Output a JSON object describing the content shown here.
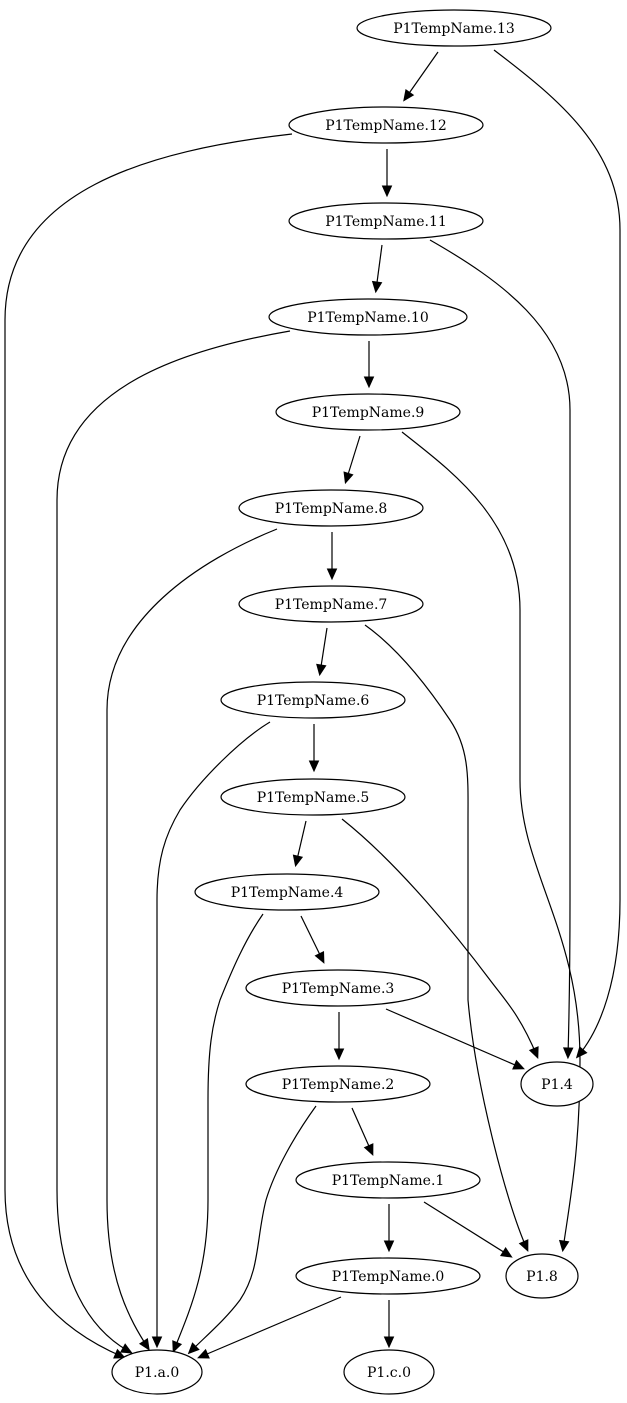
{
  "diagram": {
    "nodes": [
      {
        "id": "t13",
        "label": "P1TempName.13"
      },
      {
        "id": "t12",
        "label": "P1TempName.12"
      },
      {
        "id": "t11",
        "label": "P1TempName.11"
      },
      {
        "id": "t10",
        "label": "P1TempName.10"
      },
      {
        "id": "t9",
        "label": "P1TempName.9"
      },
      {
        "id": "t8",
        "label": "P1TempName.8"
      },
      {
        "id": "t7",
        "label": "P1TempName.7"
      },
      {
        "id": "t6",
        "label": "P1TempName.6"
      },
      {
        "id": "t5",
        "label": "P1TempName.5"
      },
      {
        "id": "t4",
        "label": "P1TempName.4"
      },
      {
        "id": "t3",
        "label": "P1TempName.3"
      },
      {
        "id": "t2",
        "label": "P1TempName.2"
      },
      {
        "id": "t1",
        "label": "P1TempName.1"
      },
      {
        "id": "t0",
        "label": "P1TempName.0"
      },
      {
        "id": "p14",
        "label": "P1.4"
      },
      {
        "id": "p18",
        "label": "P1.8"
      },
      {
        "id": "pa0",
        "label": "P1.a.0"
      },
      {
        "id": "pc0",
        "label": "P1.c.0"
      }
    ],
    "edges": [
      {
        "from": "t13",
        "to": "t12"
      },
      {
        "from": "t13",
        "to": "p14"
      },
      {
        "from": "t12",
        "to": "t11"
      },
      {
        "from": "t12",
        "to": "pa0"
      },
      {
        "from": "t11",
        "to": "t10"
      },
      {
        "from": "t11",
        "to": "p14"
      },
      {
        "from": "t10",
        "to": "t9"
      },
      {
        "from": "t10",
        "to": "pa0"
      },
      {
        "from": "t9",
        "to": "t8"
      },
      {
        "from": "t9",
        "to": "p18"
      },
      {
        "from": "t8",
        "to": "t7"
      },
      {
        "from": "t8",
        "to": "pa0"
      },
      {
        "from": "t7",
        "to": "t6"
      },
      {
        "from": "t7",
        "to": "p18"
      },
      {
        "from": "t6",
        "to": "t5"
      },
      {
        "from": "t6",
        "to": "pa0"
      },
      {
        "from": "t5",
        "to": "t4"
      },
      {
        "from": "t5",
        "to": "p14"
      },
      {
        "from": "t4",
        "to": "t3"
      },
      {
        "from": "t4",
        "to": "pa0"
      },
      {
        "from": "t3",
        "to": "t2"
      },
      {
        "from": "t3",
        "to": "p14"
      },
      {
        "from": "t2",
        "to": "t1"
      },
      {
        "from": "t2",
        "to": "pa0"
      },
      {
        "from": "t1",
        "to": "t0"
      },
      {
        "from": "t1",
        "to": "p18"
      },
      {
        "from": "t0",
        "to": "pc0"
      },
      {
        "from": "t0",
        "to": "pa0"
      }
    ]
  }
}
